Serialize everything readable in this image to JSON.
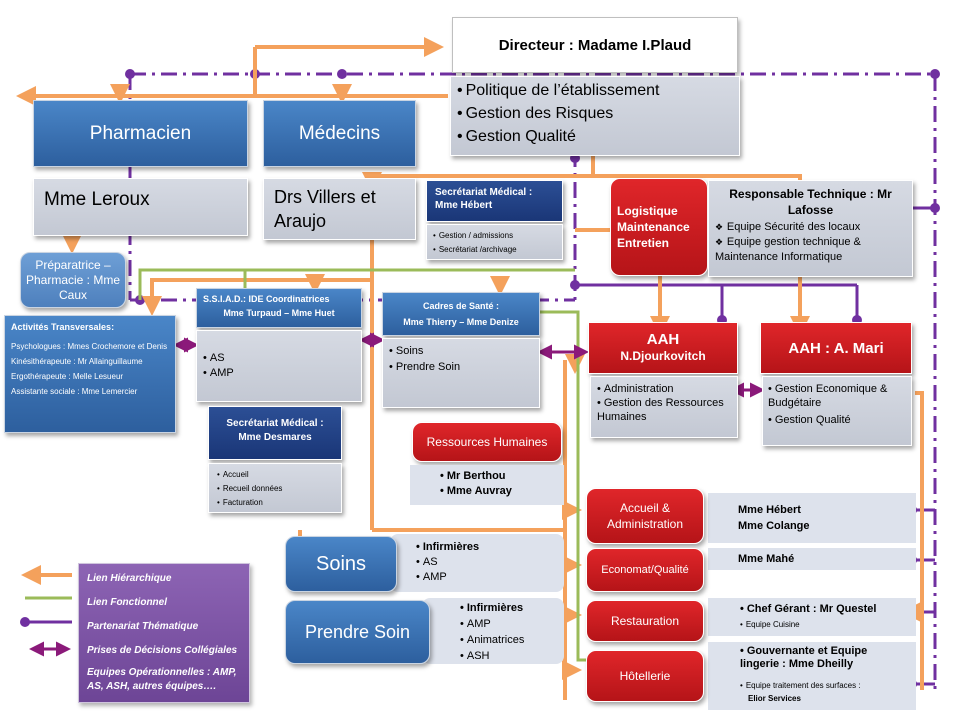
{
  "director": {
    "title": "Directeur : Madame I.Plaud",
    "items": [
      "Politique de l’établissement",
      "Gestion des Risques",
      "Gestion Qualité"
    ]
  },
  "pharmacien": {
    "title": "Pharmacien",
    "name": "Mme Leroux"
  },
  "medecins": {
    "title": "Médecins",
    "name": "Drs Villers et Araujo"
  },
  "secretariat_medical_1": {
    "title": "Secrétariat Médical  :  Mme Hébert",
    "items": [
      "Gestion / admissions",
      "Secrétariat /archivage"
    ]
  },
  "logistique": {
    "title": "Logistique Maintenance Entretien"
  },
  "responsable_technique": {
    "title": "Responsable Technique : Mr Lafosse",
    "items": [
      "Equipe Sécurité des locaux",
      "Equipe gestion technique & Maintenance Informatique"
    ]
  },
  "preparatrice": {
    "text": "Préparatrice – Pharmacie : Mme Caux"
  },
  "activites": {
    "title": "Activités Transversales:",
    "lines": [
      "Psychologues : Mmes Crochemore et Denis",
      "Kinésithérapeute : Mr Allainguillaume",
      "Ergothérapeute : Melle Lesueur",
      "Assistante sociale : Mme Lemercier"
    ]
  },
  "ssiad": {
    "title": "S.S.I.A.D.: IDE Coordinatrices",
    "names": "Mme Turpaud  – Mme Huet",
    "items": [
      "AS",
      "AMP"
    ]
  },
  "cadres": {
    "title": "Cadres de Santé :",
    "names": "Mme Thierry – Mme Denize",
    "items": [
      "Soins",
      "Prendre Soin"
    ]
  },
  "aah1": {
    "title": "AAH",
    "name": "N.Djourkovitch",
    "items": [
      "Administration",
      "Gestion des Ressources Humaines"
    ]
  },
  "aah2": {
    "title": "AAH : A. Mari",
    "items": [
      "Gestion Economique & Budgétaire",
      "Gestion Qualité"
    ]
  },
  "secretariat_medical_2": {
    "title": "Secrétariat Médical  :  Mme  Desmares",
    "items": [
      "Accueil",
      "Recueil données",
      "Facturation"
    ]
  },
  "rh": {
    "title": "Ressources Humaines",
    "items": [
      "Mr Berthou",
      "Mme Auvray"
    ]
  },
  "soins": {
    "title": "Soins",
    "items": [
      "Infirmières",
      "AS",
      "AMP"
    ]
  },
  "prendre_soin": {
    "title": "Prendre Soin",
    "items": [
      "Infirmières",
      "AMP",
      "Animatrices",
      "ASH"
    ]
  },
  "services": [
    {
      "title": "Accueil & Administration",
      "lines": [
        "Mme Hébert",
        "Mme Colange"
      ]
    },
    {
      "title": "Economat/Qualité",
      "lines": [
        "Mme Mahé"
      ]
    },
    {
      "title": "Restauration",
      "lines": [
        "Chef Gérant : Mr Questel",
        "Equipe Cuisine"
      ]
    },
    {
      "title": "Hôtellerie",
      "lines": [
        "Gouvernante et Equipe lingerie :  Mme Dheilly",
        "Equipe traitement des surfaces :",
        "Elior Services"
      ]
    }
  ],
  "legend": {
    "items": [
      "Lien Hiérarchique",
      "Lien Fonctionnel",
      "Partenariat Thématique",
      "Prises de Décisions Collégiales"
    ],
    "footer": "Equipes Opérationnelles : AMP, AS, ASH, autres équipes…."
  },
  "colors": {
    "hierarchique": "#f4a15c",
    "fonctionnel": "#9bbb59",
    "partenariat": "#7030a0",
    "decisions": "#8b1a7a",
    "red": "#d01f24",
    "blue": "#3a74b8"
  }
}
